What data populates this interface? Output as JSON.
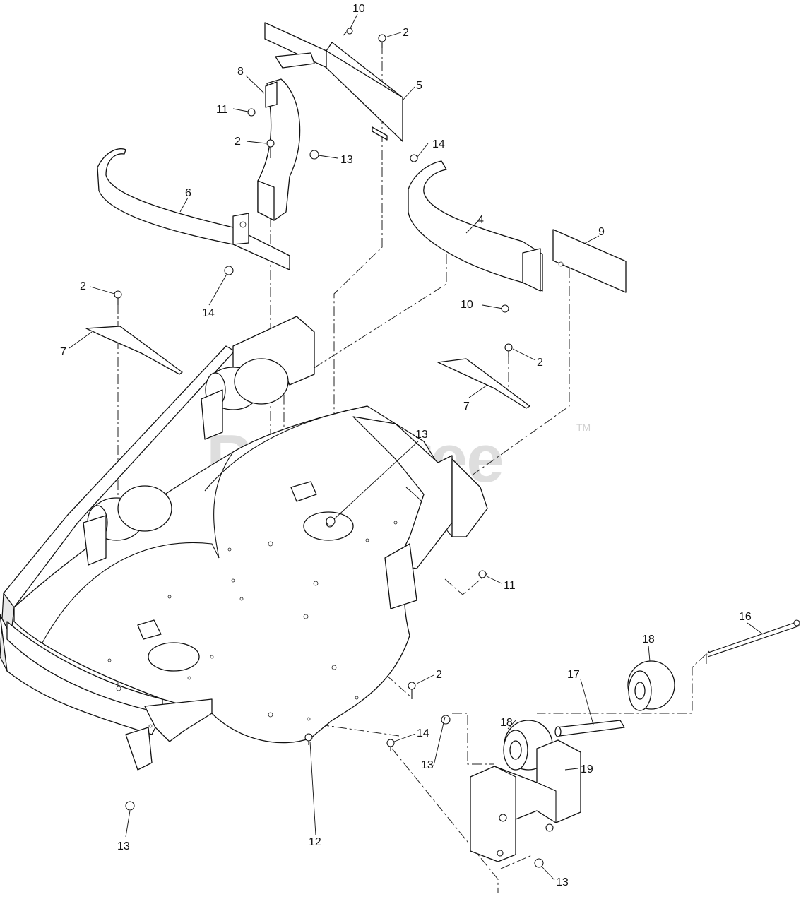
{
  "watermark": {
    "text": "PartsTree",
    "trademark": "TM"
  },
  "callouts": [
    {
      "id": "c10a",
      "text": "10"
    },
    {
      "id": "c2a",
      "text": "2"
    },
    {
      "id": "c8",
      "text": "8"
    },
    {
      "id": "c5",
      "text": "5"
    },
    {
      "id": "c11a",
      "text": "11"
    },
    {
      "id": "c2b",
      "text": "2"
    },
    {
      "id": "c13a",
      "text": "13"
    },
    {
      "id": "c14a",
      "text": "14"
    },
    {
      "id": "c6",
      "text": "6"
    },
    {
      "id": "c4",
      "text": "4"
    },
    {
      "id": "c9",
      "text": "9"
    },
    {
      "id": "c14b",
      "text": "14"
    },
    {
      "id": "c2c",
      "text": "2"
    },
    {
      "id": "c10b",
      "text": "10"
    },
    {
      "id": "c7a",
      "text": "7"
    },
    {
      "id": "c2d",
      "text": "2"
    },
    {
      "id": "c7b",
      "text": "7"
    },
    {
      "id": "c13b",
      "text": "13"
    },
    {
      "id": "c11b",
      "text": "11"
    },
    {
      "id": "c16",
      "text": "16"
    },
    {
      "id": "c18a",
      "text": "18"
    },
    {
      "id": "c17",
      "text": "17"
    },
    {
      "id": "c2e",
      "text": "2"
    },
    {
      "id": "c18b",
      "text": "18"
    },
    {
      "id": "c14c",
      "text": "14"
    },
    {
      "id": "c13c",
      "text": "13"
    },
    {
      "id": "c19",
      "text": "19"
    },
    {
      "id": "c13d",
      "text": "13"
    },
    {
      "id": "c12",
      "text": "12"
    },
    {
      "id": "c13e",
      "text": "13"
    }
  ]
}
